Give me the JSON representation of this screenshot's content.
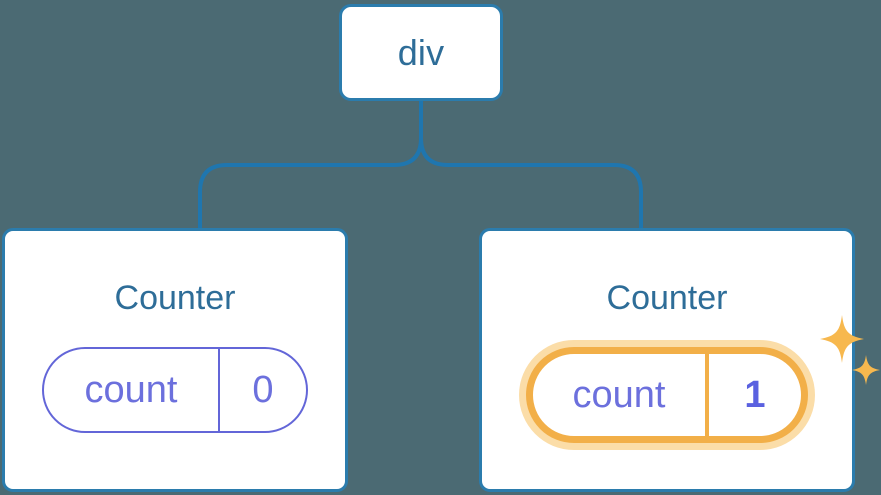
{
  "diagram": {
    "type": "component-tree",
    "background_color": "#4b6a73",
    "edge_color": "#1f76af",
    "root": {
      "label": "div",
      "text_color": "#2e6d98",
      "border_color": "#2b7cad"
    },
    "children": [
      {
        "title": "Counter",
        "state": {
          "name": "count",
          "value": "0",
          "highlighted": false,
          "border_color": "#6366d8",
          "text_color": "#6c70dd"
        }
      },
      {
        "title": "Counter",
        "state": {
          "name": "count",
          "value": "1",
          "highlighted": true,
          "border_color": "#f2af48",
          "glow_color": "#fbdda8",
          "text_color": "#5a61e0"
        },
        "sparkle_color": "#f7b84e"
      }
    ]
  }
}
